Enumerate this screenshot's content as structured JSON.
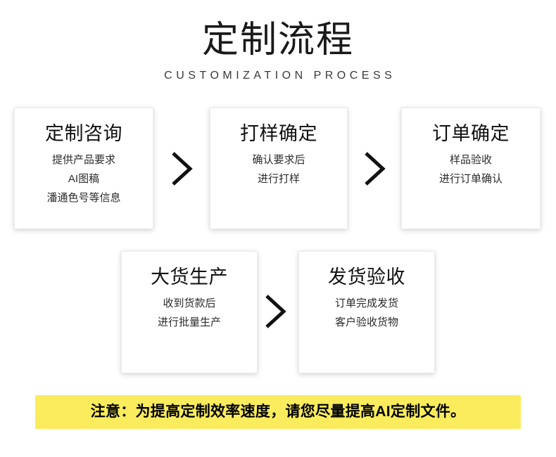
{
  "header": {
    "title": "定制流程",
    "subtitle": "CUSTOMIZATION PROCESS"
  },
  "cards": [
    {
      "title": "定制咨询",
      "lines": [
        "提供产品要求",
        "AI图稿",
        "潘通色号等信息"
      ]
    },
    {
      "title": "打样确定",
      "lines": [
        "确认要求后",
        "进行打样"
      ]
    },
    {
      "title": "订单确定",
      "lines": [
        "样品验收",
        "进行订单确认"
      ]
    },
    {
      "title": "大货生产",
      "lines": [
        "收到货款后",
        "进行批量生产"
      ]
    },
    {
      "title": "发货验收",
      "lines": [
        "订单完成发货",
        "客户验收货物"
      ]
    }
  ],
  "arrows": [
    {
      "icon": "chevron-right-icon"
    },
    {
      "icon": "chevron-right-icon"
    },
    {
      "icon": "chevron-right-icon"
    }
  ],
  "notice": {
    "text": "注意：为提高定制效率速度，请您尽量提高AI定制文件。",
    "background_color": "#faec5c",
    "text_color": "#000000"
  },
  "colors": {
    "page_background": "#ffffff",
    "card_background": "#ffffff",
    "card_border": "#eeeeee",
    "title_color": "#1a1a1a",
    "body_text": "#2b2b2b",
    "accent_yellow": "#faec5c"
  }
}
